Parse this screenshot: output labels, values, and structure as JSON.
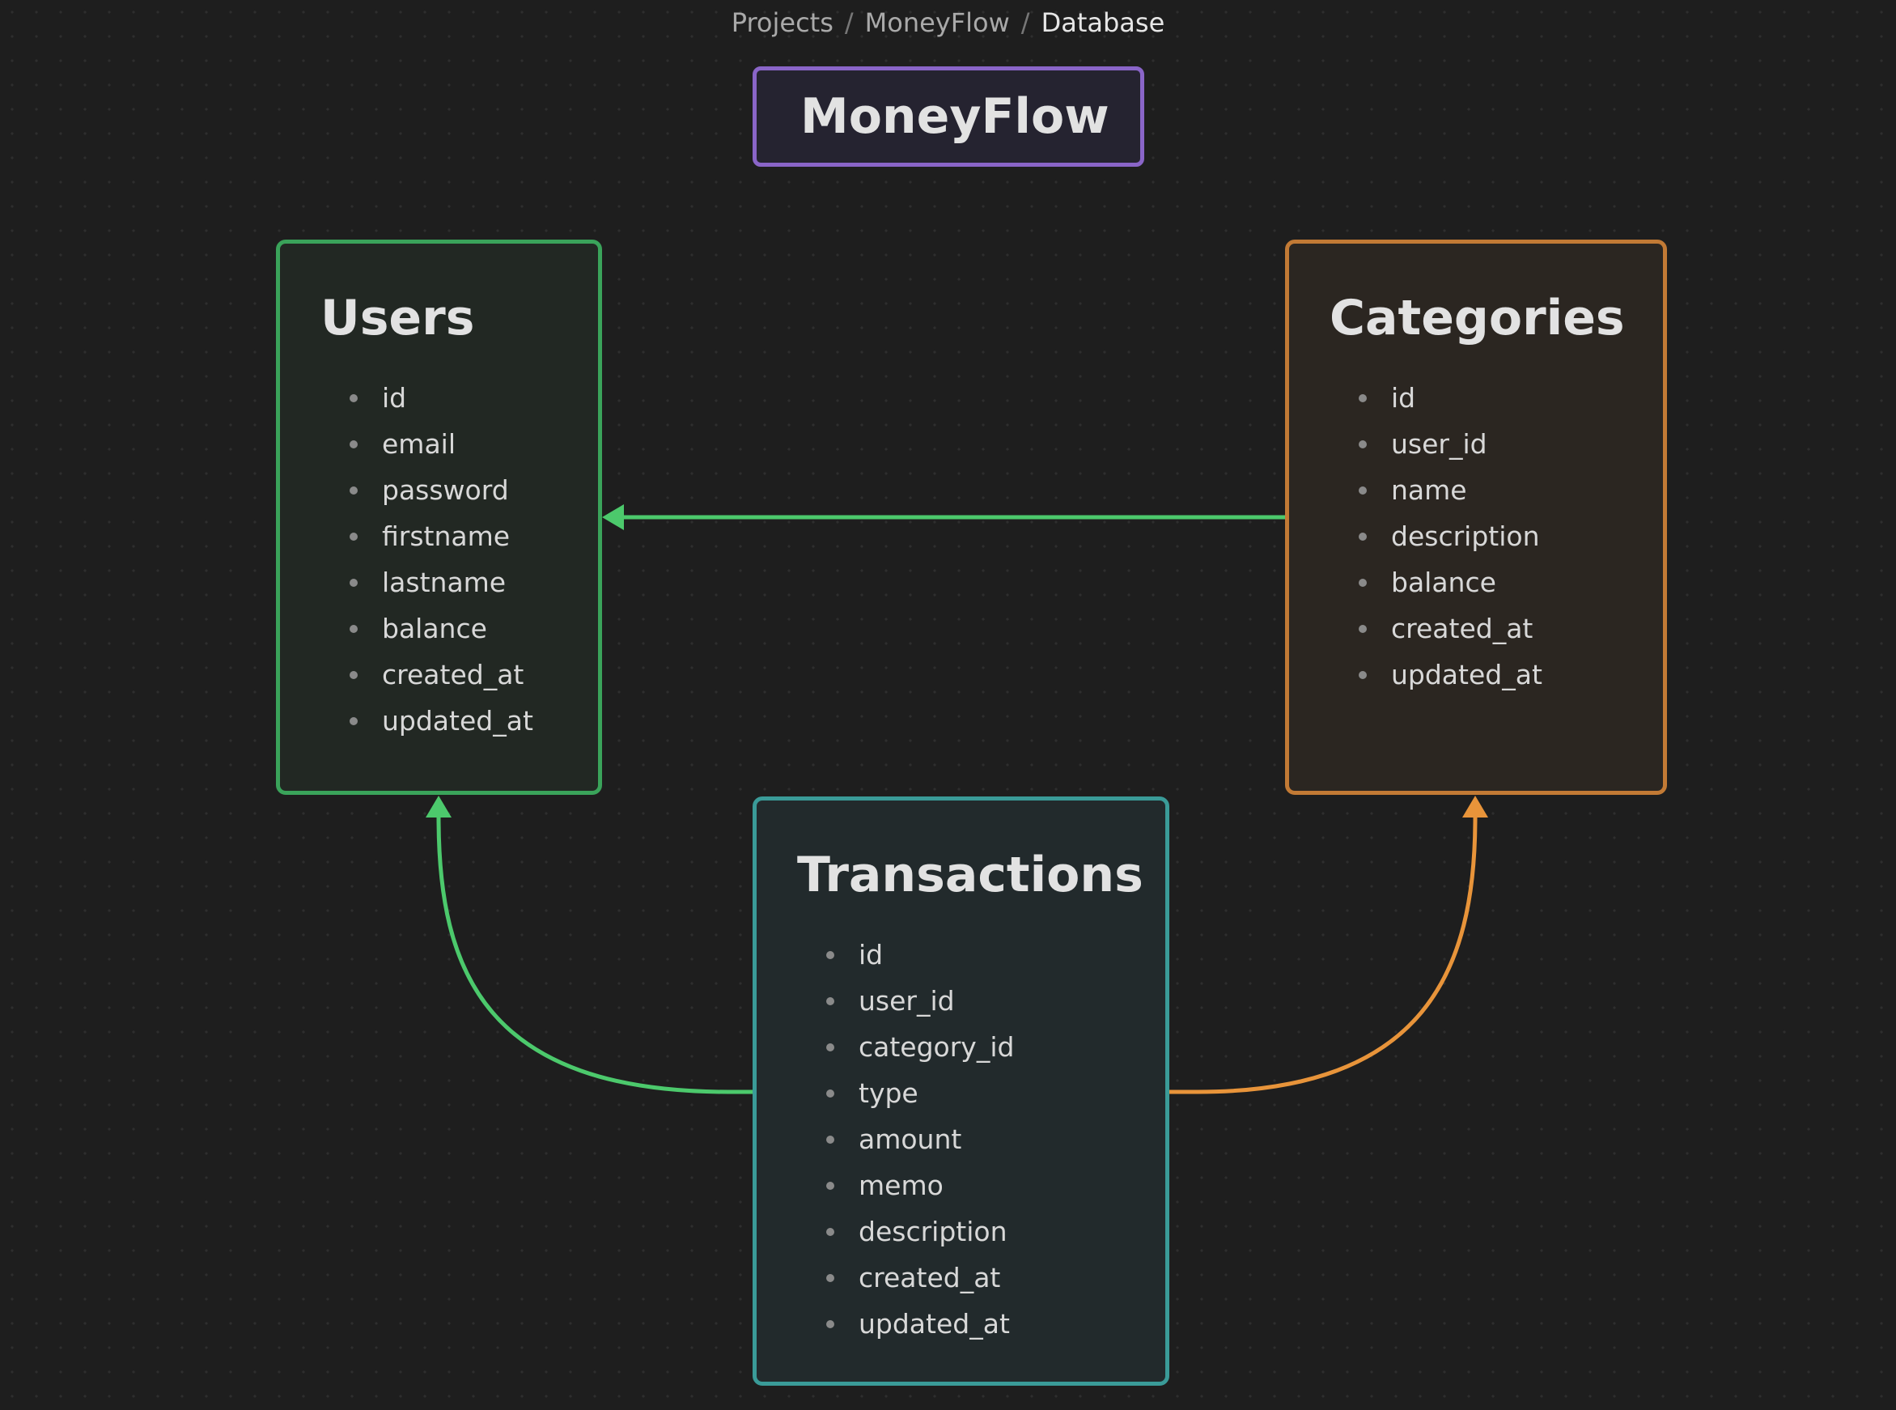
{
  "breadcrumb": {
    "items": [
      "Projects",
      "MoneyFlow",
      "Database"
    ],
    "separator": "/"
  },
  "title": "MoneyFlow",
  "entities": {
    "users": {
      "name": "Users",
      "color": "#3aa35a",
      "fields": [
        "id",
        "email",
        "password",
        "firstname",
        "lastname",
        "balance",
        "created_at",
        "updated_at"
      ]
    },
    "categories": {
      "name": "Categories",
      "color": "#c27a35",
      "fields": [
        "id",
        "user_id",
        "name",
        "description",
        "balance",
        "created_at",
        "updated_at"
      ]
    },
    "transactions": {
      "name": "Transactions",
      "color": "#3a9b98",
      "fields": [
        "id",
        "user_id",
        "category_id",
        "type",
        "amount",
        "memo",
        "description",
        "created_at",
        "updated_at"
      ]
    }
  },
  "relations": [
    {
      "from": "Categories",
      "to": "Users",
      "color": "#4cc96c"
    },
    {
      "from": "Transactions",
      "to": "Users",
      "color": "#4cc96c"
    },
    {
      "from": "Transactions",
      "to": "Categories",
      "color": "#e8943a"
    }
  ],
  "colors": {
    "background": "#1e1e1e",
    "title_border": "#8a65c8",
    "users_edge": "#4cc96c",
    "categories_edge": "#e8943a"
  }
}
